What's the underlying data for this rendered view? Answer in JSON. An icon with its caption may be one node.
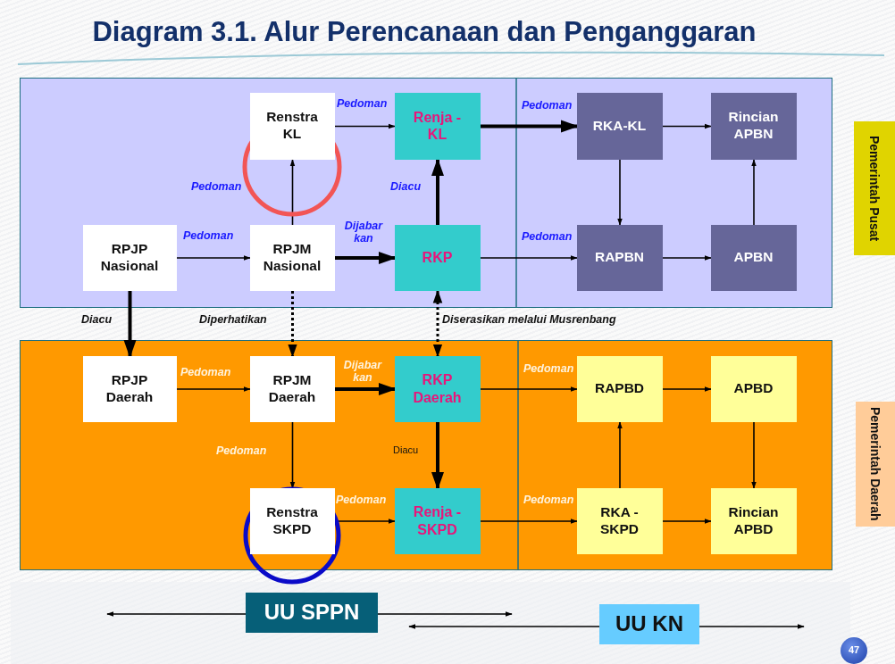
{
  "diagram": {
    "title": "Diagram 3.1. Alur Perencanaan dan Penganggaran",
    "nodes": [
      {
        "text": [],
        "shape": "box"
      },
      {
        "text": [
          "Renstra KL"
        ],
        "in": 0
      },
      {
        "text": [
          "Renja - KL"
        ],
        "in": 0
      },
      {
        "text": [
          "RKA-KL"
        ],
        "in": 0
      },
      {
        "text": [
          "Rincian APBN"
        ],
        "in": 0
      },
      {
        "text": [
          "RPJP Nasional"
        ],
        "in": 0
      },
      {
        "text": [
          "RPJM Nasional"
        ],
        "in": 0
      },
      {
        "text": [
          "RKP"
        ],
        "in": 0
      },
      {
        "text": [
          "RAPBN"
        ],
        "in": 0
      },
      {
        "text": [
          "APBN"
        ],
        "in": 0
      },
      {
        "text": [
          "Pemerintah Pusat"
        ]
      },
      {
        "text": [],
        "shape": "box"
      },
      {
        "text": [
          "RPJP Daerah"
        ],
        "in": 11
      },
      {
        "text": [
          "RPJM Daerah"
        ],
        "in": 11
      },
      {
        "text": [
          "RKP Daerah"
        ],
        "in": 11
      },
      {
        "text": [
          "RAPBD"
        ],
        "in": 11
      },
      {
        "text": [
          "APBD"
        ],
        "in": 11
      },
      {
        "text": [
          "Renstra SKPD"
        ],
        "in": 11
      },
      {
        "text": [
          "Renja - SKPD"
        ],
        "in": 11
      },
      {
        "text": [
          "RKA - SKPD"
        ],
        "in": 11
      },
      {
        "text": [
          "Rincian APBD"
        ],
        "in": 11
      },
      {
        "text": [
          "Pemerintah Daerah"
        ]
      },
      {
        "text": [
          "UU SPPN"
        ]
      },
      {
        "text": [
          "UU KN"
        ]
      },
      {
        "text": [
          "47"
        ]
      }
    ],
    "edges": [
      {
        "from": 1,
        "to": 2,
        "arrow": "to",
        "label": "Pedoman"
      },
      {
        "from": 2,
        "to": 3,
        "arrow": "to",
        "label": "Pedoman",
        "style": "thick"
      },
      {
        "from": 3,
        "to": 4,
        "arrow": "to"
      },
      {
        "from": 3,
        "to": 8,
        "arrow": "to"
      },
      {
        "from": 5,
        "to": 6,
        "arrow": "to",
        "label": "Pedoman"
      },
      {
        "from": 6,
        "to": 1,
        "arrow": "to",
        "label": "Pedoman"
      },
      {
        "from": 6,
        "to": 7,
        "arrow": "to",
        "label": "Dijabar kan",
        "style": "thick"
      },
      {
        "from": 7,
        "to": 2,
        "arrow": "to",
        "label": "Diacu",
        "style": "thick"
      },
      {
        "from": 7,
        "to": 8,
        "arrow": "to",
        "label": "Pedoman"
      },
      {
        "from": 8,
        "to": 9,
        "arrow": "to"
      },
      {
        "from": 9,
        "to": 4,
        "arrow": "to"
      },
      {
        "from": 5,
        "to": 12,
        "arrow": "to",
        "label": "Diacu",
        "style": "thick"
      },
      {
        "from": 6,
        "to": 13,
        "arrow": "to",
        "label": "Diperhatikan",
        "style": "dashed"
      },
      {
        "from": 7,
        "to": 14,
        "arrow": "both",
        "label": "Diserasikan melalui Musrenbang",
        "style": "dashed"
      },
      {
        "from": 12,
        "to": 13,
        "arrow": "to",
        "label": "Pedoman"
      },
      {
        "from": 13,
        "to": 14,
        "arrow": "to",
        "label": "Dijabar kan",
        "style": "thick"
      },
      {
        "from": 13,
        "to": 17,
        "arrow": "to",
        "label": "Pedoman"
      },
      {
        "from": 14,
        "to": 15,
        "arrow": "to",
        "label": "Pedoman"
      },
      {
        "from": 14,
        "to": 18,
        "arrow": "to",
        "label": "Diacu",
        "style": "thick"
      },
      {
        "from": 17,
        "to": 18,
        "arrow": "to",
        "label": "Pedoman"
      },
      {
        "from": 18,
        "to": 19,
        "arrow": "to",
        "label": "Pedoman"
      },
      {
        "from": 19,
        "to": 15,
        "arrow": "to"
      },
      {
        "from": 19,
        "to": 20,
        "arrow": "to"
      },
      {
        "from": 15,
        "to": 16,
        "arrow": "to"
      },
      {
        "from": 16,
        "to": 20,
        "arrow": "to"
      },
      {
        "from": 22,
        "to": null,
        "arrow": "to"
      },
      {
        "from": 22,
        "to": null,
        "arrow": "to"
      },
      {
        "from": 23,
        "to": null,
        "arrow": "to"
      },
      {
        "from": 23,
        "to": null,
        "arrow": "to"
      }
    ]
  }
}
